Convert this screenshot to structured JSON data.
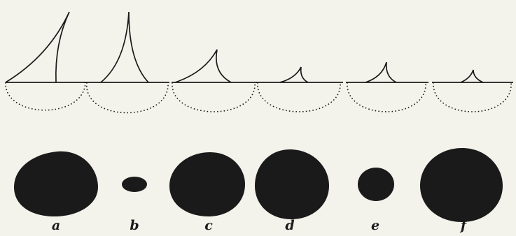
{
  "figure": {
    "ink_color": "#1a1a1a",
    "background_color": "#f3f3ec",
    "panels": [
      {
        "label": "a"
      },
      {
        "label": "b"
      },
      {
        "label": "c"
      },
      {
        "label": "d"
      },
      {
        "label": "e"
      },
      {
        "label": "f"
      }
    ]
  }
}
